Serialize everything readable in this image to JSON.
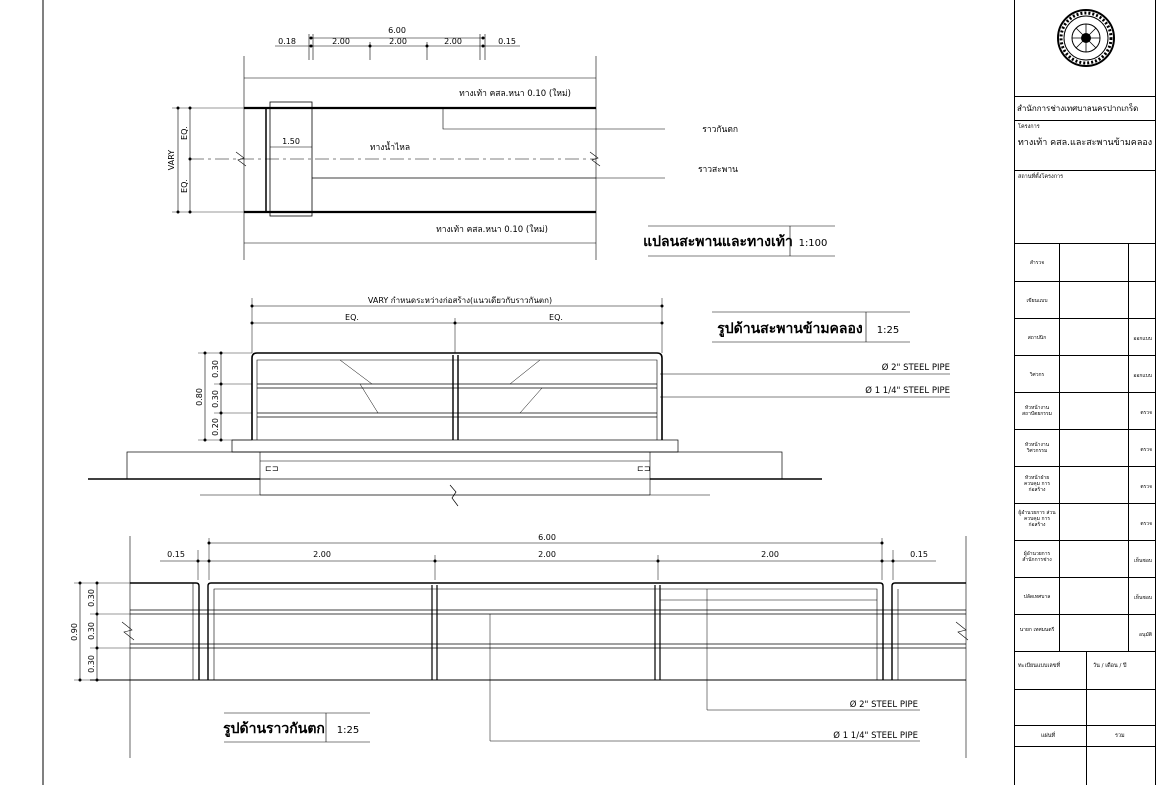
{
  "plan": {
    "dims_top": {
      "total": "6.00",
      "left": "0.18",
      "s1": "2.00",
      "s2": "2.00",
      "s3": "2.00",
      "right": "0.15"
    },
    "walkway_top": "ทางเท้า คสล.หนา 0.10 (ใหม่)",
    "walkway_bottom": "ทางเท้า คสล.หนา 0.10 (ใหม่)",
    "waterway": "ทางน้ำไหล",
    "inner_dim": "1.50",
    "vary": "VARY",
    "eq1": "EQ.",
    "eq2": "EQ.",
    "leader_railing": "ราวกันตก",
    "leader_bridge_rail": "ราวสะพาน",
    "title": "แปลนสะพานและทางเท้า",
    "scale": "1:100"
  },
  "bridge_elev": {
    "top_label": "VARY กำหนดระหว่างก่อสร้าง(แนวเดียวกับราวกันตก)",
    "eq1": "EQ.",
    "eq2": "EQ.",
    "title": "รูปด้านสะพานข้ามคลอง",
    "scale": "1:25",
    "pipe1": "Ø 2\" STEEL PIPE",
    "pipe2": "Ø 1 1/4\" STEEL PIPE",
    "d_total": "0.80",
    "d1": "0.30",
    "d2": "0.30",
    "d3": "0.20"
  },
  "rail_elev": {
    "dims": {
      "total": "6.00",
      "left": "0.15",
      "s1": "2.00",
      "s2": "2.00",
      "s3": "2.00",
      "right": "0.15"
    },
    "d_total": "0.90",
    "d1": "0.30",
    "d2": "0.30",
    "d3": "0.30",
    "title": "รูปด้านราวกันตก",
    "scale": "1:25",
    "pipe1": "Ø 2\" STEEL PIPE",
    "pipe2": "Ø 1 1/4\" STEEL PIPE"
  },
  "title_block": {
    "office": "สำนักการช่างเทศบาลนครปากเกร็ด",
    "project_label": "โครงการ",
    "project_name": "ทางเท้า คสล.และสะพานข้ามคลอง",
    "location_label": "สถานที่ตั้งโครงการ",
    "rows": [
      {
        "label": "สำรวจ",
        "right": ""
      },
      {
        "label": "เขียนแบบ",
        "right": ""
      },
      {
        "label": "สถาปนิก",
        "right": "ออกแบบ"
      },
      {
        "label": "วิศวกร",
        "right": "ออกแบบ"
      },
      {
        "label": "หัวหน้างาน สถาปัตยกรรม",
        "right": "ตรวจ"
      },
      {
        "label": "หัวหน้างาน วิศวกรรม",
        "right": "ตรวจ"
      },
      {
        "label": "หัวหน้าฝ่าย ควบคุม การก่อสร้าง",
        "right": "ตรวจ"
      },
      {
        "label": "ผู้อำนวยการ ส่วนควบคุม การก่อสร้าง",
        "right": "ตรวจ"
      },
      {
        "label": "ผู้อำนวยการ สำนักการช่าง",
        "right": "เห็นชอบ"
      },
      {
        "label": "ปลัดเทศบาล",
        "right": "เห็นชอบ"
      },
      {
        "label": "นายก เทศมนตรี",
        "right": "อนุมัติ"
      }
    ],
    "reg_label": "ทะเบียนแบบเลขที่",
    "date_label": "วัน / เดือน / ปี",
    "sheet_label": "แผ่นที่",
    "total_label": "รวม"
  }
}
